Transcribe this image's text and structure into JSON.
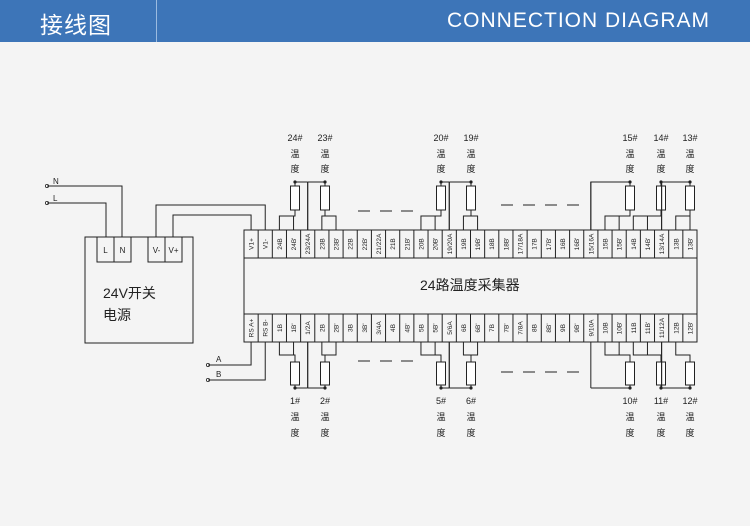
{
  "header": {
    "title_cn": "接线图",
    "title_en": "CONNECTION  DIAGRAM"
  },
  "diagram": {
    "power_supply": {
      "label_line1": "24V开关",
      "label_line2": "电源",
      "terminals": [
        "L",
        "N",
        "V-",
        "V+"
      ]
    },
    "mains": {
      "n_label": "N",
      "l_label": "L"
    },
    "bus": {
      "a_label": "A",
      "b_label": "B"
    },
    "collector_label": "24路温度采集器",
    "top_terminals": [
      "V1+",
      "V1-",
      "24B",
      "24B'",
      "23/24A",
      "23B",
      "23B'",
      "22B",
      "22B'",
      "21/22A",
      "21B",
      "21B'",
      "20B",
      "20B'",
      "19/20A",
      "19B",
      "19B'",
      "18B",
      "18B'",
      "17/18A",
      "17B",
      "17B'",
      "16B",
      "16B'",
      "15/16A",
      "15B",
      "15B'",
      "14B",
      "14B'",
      "13/14A",
      "13B",
      "13B'"
    ],
    "bottom_terminals": [
      "RS A+",
      "RS B-",
      "1B",
      "1B'",
      "1/2A",
      "2B",
      "2B'",
      "3B",
      "3B'",
      "3/4A",
      "4B",
      "4B'",
      "5B",
      "5B'",
      "5/6A",
      "6B",
      "6B'",
      "7B",
      "7B'",
      "7/8A",
      "8B",
      "8B'",
      "9B",
      "9B'",
      "9/10A",
      "10B",
      "10B'",
      "11B",
      "11B'",
      "11/12A",
      "12B",
      "12B'"
    ],
    "top_sensors": [
      {
        "num": "24#",
        "label": "温度"
      },
      {
        "num": "23#",
        "label": "温度"
      },
      {
        "num": "20#",
        "label": "温度"
      },
      {
        "num": "19#",
        "label": "温度"
      },
      {
        "num": "15#",
        "label": "温度"
      },
      {
        "num": "14#",
        "label": "温度"
      },
      {
        "num": "13#",
        "label": "温度"
      }
    ],
    "bottom_sensors": [
      {
        "num": "1#",
        "label": "温度"
      },
      {
        "num": "2#",
        "label": "温度"
      },
      {
        "num": "5#",
        "label": "温度"
      },
      {
        "num": "6#",
        "label": "温度"
      },
      {
        "num": "10#",
        "label": "温度"
      },
      {
        "num": "11#",
        "label": "温度"
      },
      {
        "num": "12#",
        "label": "温度"
      }
    ]
  }
}
